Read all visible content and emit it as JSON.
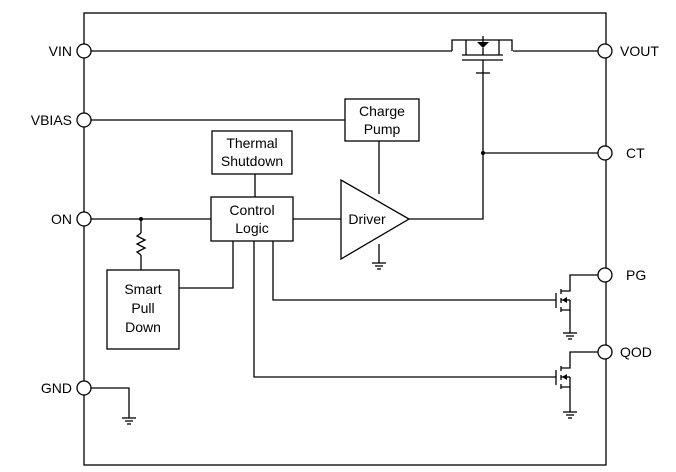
{
  "pins": {
    "vin": "VIN",
    "vbias": "VBIAS",
    "on": "ON",
    "gnd": "GND",
    "vout": "VOUT",
    "ct": "CT",
    "pg": "PG",
    "qod": "QOD"
  },
  "blocks": {
    "charge_pump": [
      "Charge",
      "Pump"
    ],
    "thermal_shutdown": [
      "Thermal",
      "Shutdown"
    ],
    "control_logic": [
      "Control",
      "Logic"
    ],
    "driver": "Driver",
    "smart_pull_down": [
      "Smart",
      "Pull",
      "Down"
    ]
  },
  "colors": {
    "line": "#000000",
    "background": "#ffffff"
  }
}
